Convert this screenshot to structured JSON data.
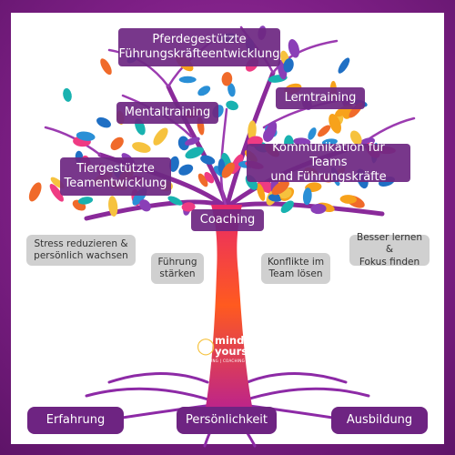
{
  "colors": {
    "frame": "#7e1f86",
    "label_purple": "#6e2882",
    "label_grey": "#cdcdcd",
    "trunk_top": "#ff5a1f",
    "trunk_bottom": "#b01a9e",
    "leaf_palette": [
      "#2a8fd6",
      "#19b2b0",
      "#f7a21b",
      "#f6c23e",
      "#ef3b83",
      "#8a3fb7",
      "#1f6fc4",
      "#f06a2a"
    ]
  },
  "top_labels": {
    "pferde": "Pferdegestützte\nFührungskräfteentwicklung",
    "lerntraining": "Lerntraining",
    "mentaltraining": "Mentaltraining",
    "kommunikation": "Kommunikation für Teams\nund Führungskräfte",
    "tiergestuetzte": "Tiergestützte\nTeamentwicklung",
    "coaching": "Coaching"
  },
  "benefit_labels": {
    "stress": "Stress reduzieren &\npersönlich wachsen",
    "fuehrung": "Führung\nstärken",
    "konflikte": "Konflikte im\nTeam lösen",
    "lernen": "Besser lernen &\nFokus finden"
  },
  "root_labels": {
    "erfahrung": "Erfahrung",
    "persoenlichkeit": "Persönlichkeit",
    "ausbildung": "Ausbildung"
  },
  "logo": {
    "icon": "lightbulb-icon",
    "name": "mind\nyourself",
    "tagline": "BERATUNG | COACHING | TRAINING"
  }
}
